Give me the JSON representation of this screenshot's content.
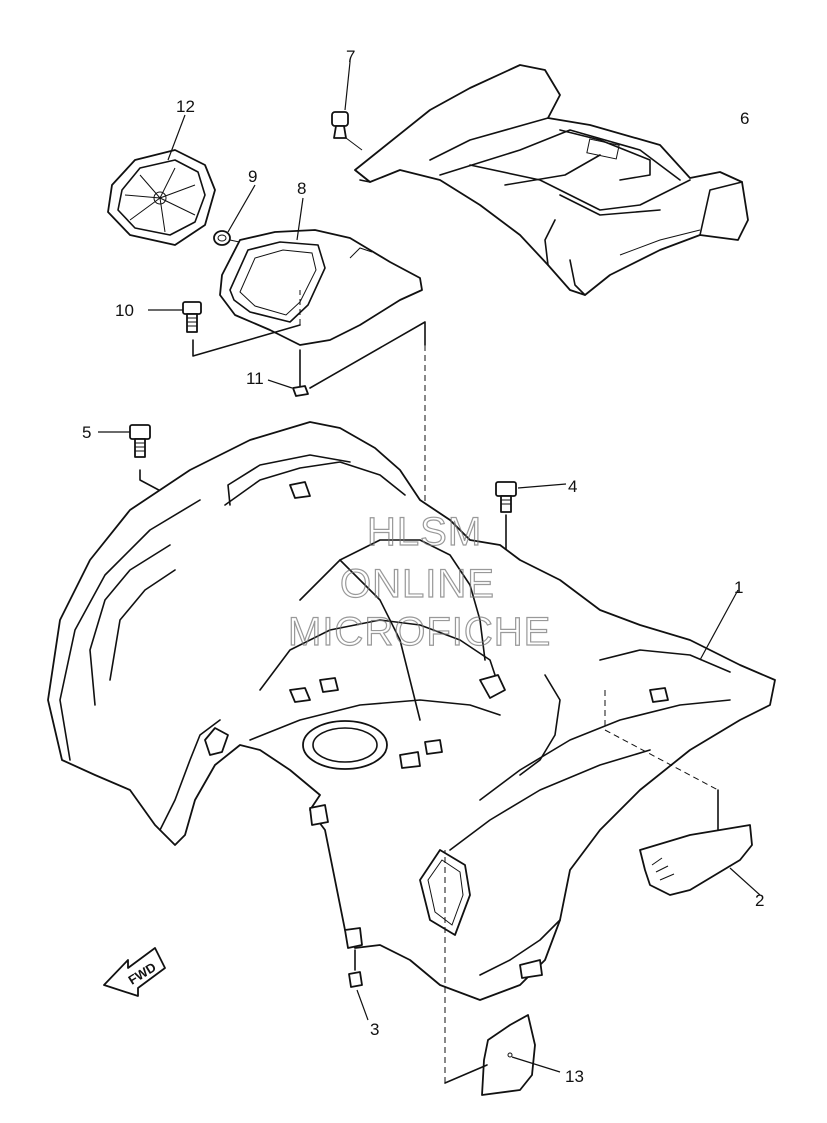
{
  "callouts": [
    {
      "id": "c1",
      "label": "1"
    },
    {
      "id": "c2",
      "label": "2"
    },
    {
      "id": "c3",
      "label": "3"
    },
    {
      "id": "c4",
      "label": "4"
    },
    {
      "id": "c5",
      "label": "5"
    },
    {
      "id": "c6",
      "label": "6"
    },
    {
      "id": "c7",
      "label": "7"
    },
    {
      "id": "c8",
      "label": "8"
    },
    {
      "id": "c9",
      "label": "9"
    },
    {
      "id": "c10",
      "label": "10"
    },
    {
      "id": "c11",
      "label": "11"
    },
    {
      "id": "c12",
      "label": "12"
    },
    {
      "id": "c13",
      "label": "13"
    }
  ],
  "fwd_label": "FWD",
  "watermark": [
    "HLSM",
    "ONLINE",
    "MICROFICHE"
  ]
}
